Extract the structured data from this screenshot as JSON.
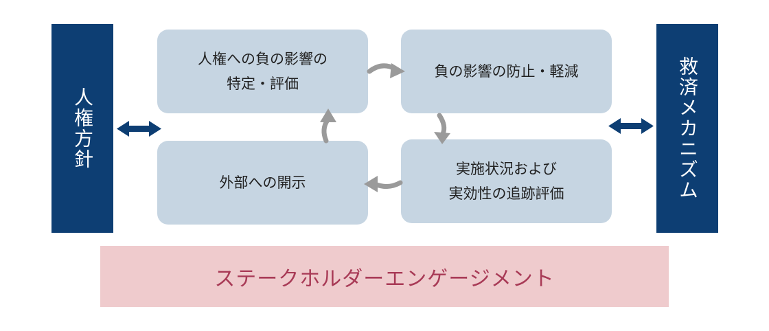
{
  "left_bar": {
    "label": "人権方針",
    "color": "#0d3e73"
  },
  "right_bar": {
    "label": "救済メカニズム",
    "color": "#0d3e73"
  },
  "cycle": {
    "box_color": "#c6d5e2",
    "arrow_color": "#9a9a9a",
    "identify": {
      "line1": "人権への負の影響の",
      "line2": "特定・評価"
    },
    "prevent": {
      "line1": "負の影響の防止・軽減"
    },
    "track": {
      "line1": "実施状況および",
      "line2": "実効性の追跡評価"
    },
    "disclose": {
      "line1": "外部への開示"
    }
  },
  "engagement": {
    "label": "ステークホルダーエンゲージメント",
    "color": "#efcbcd",
    "text_color": "#a83a56"
  }
}
